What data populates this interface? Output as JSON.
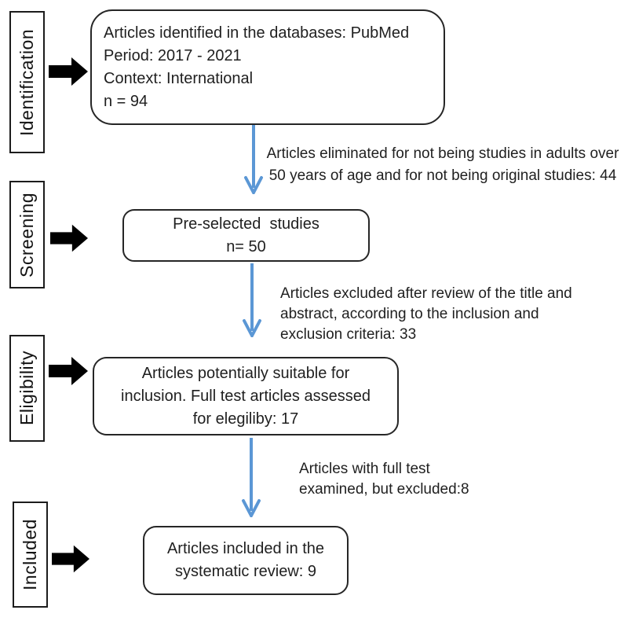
{
  "stages": [
    {
      "label": "Identification"
    },
    {
      "label": "Screening"
    },
    {
      "label": "Eligibility"
    },
    {
      "label": "Included"
    }
  ],
  "boxes": [
    {
      "text": "Articles identified in the databases: PubMed\nPeriod: 2017 - 2021\nContext: International\nn = 94"
    },
    {
      "text": "Pre-selected  studies\nn= 50"
    },
    {
      "text": "Articles potentially suitable for\ninclusion. Full test articles assessed\nfor elegiliby: 17"
    },
    {
      "text": "Articles included in the\nsystematic review: 9"
    }
  ],
  "annotations": [
    {
      "text": "Articles eliminated for not being studies in adults over\n50 years of age and for not being original studies: 44"
    },
    {
      "text": "Articles excluded after review of the title and\nabstract, according to the inclusion and\nexclusion criteria: 33"
    },
    {
      "text": "Articles with full test\nexamined, but excluded:8"
    }
  ],
  "colors": {
    "flow_arrow": "#5b97d5",
    "stage_arrow": "#000000",
    "box_border": "#262626",
    "text": "#1f1f1f"
  }
}
